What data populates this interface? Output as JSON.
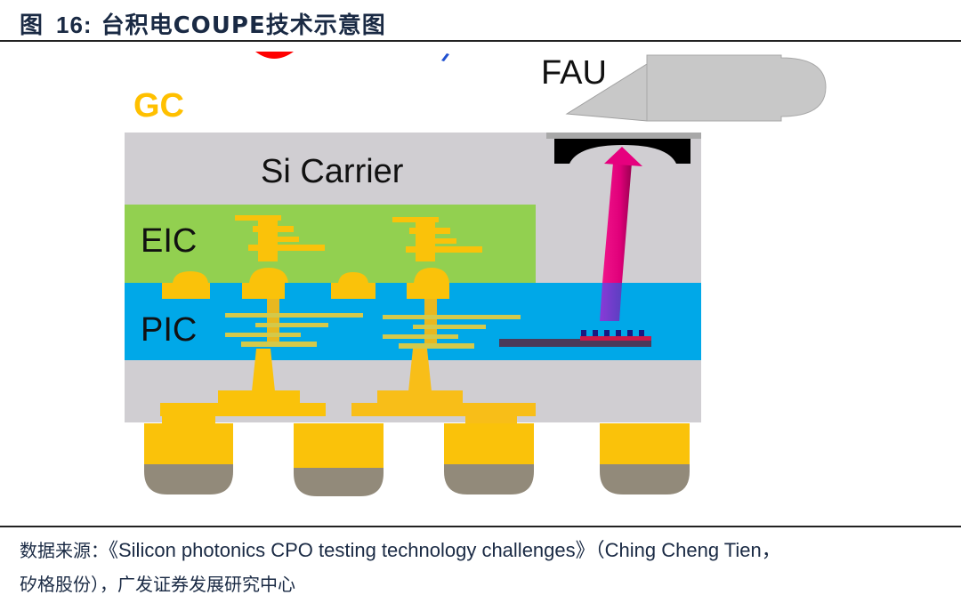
{
  "figure": {
    "prefix": "图",
    "number": "16:",
    "title": "台积电COUPE技术示意图"
  },
  "diagram": {
    "labels": {
      "gc": "GC",
      "fau": "FAU",
      "si_carrier": "Si Carrier",
      "eic": "EIC",
      "pic": "PIC"
    },
    "colors": {
      "gc_label": "#ffc000",
      "si_carrier": "#d0ced2",
      "eic": "#92d050",
      "pic": "#00a8e8",
      "metal": "#fac20a",
      "pic_trace": "#d4c94a",
      "bump_cap": "#928a7a",
      "fau_body": "#c8c8c8",
      "lens": "#000000",
      "arrow": "#e6007e",
      "waveguide": "#4a3a5a",
      "grating": "#cc1848"
    }
  },
  "source": {
    "label": "数据来源：",
    "citation": "《Silicon photonics CPO testing technology challenges》",
    "authors_open": "（Ching Cheng Tien，",
    "authors_cont": "矽格股份），广发证券发展研究中心"
  }
}
